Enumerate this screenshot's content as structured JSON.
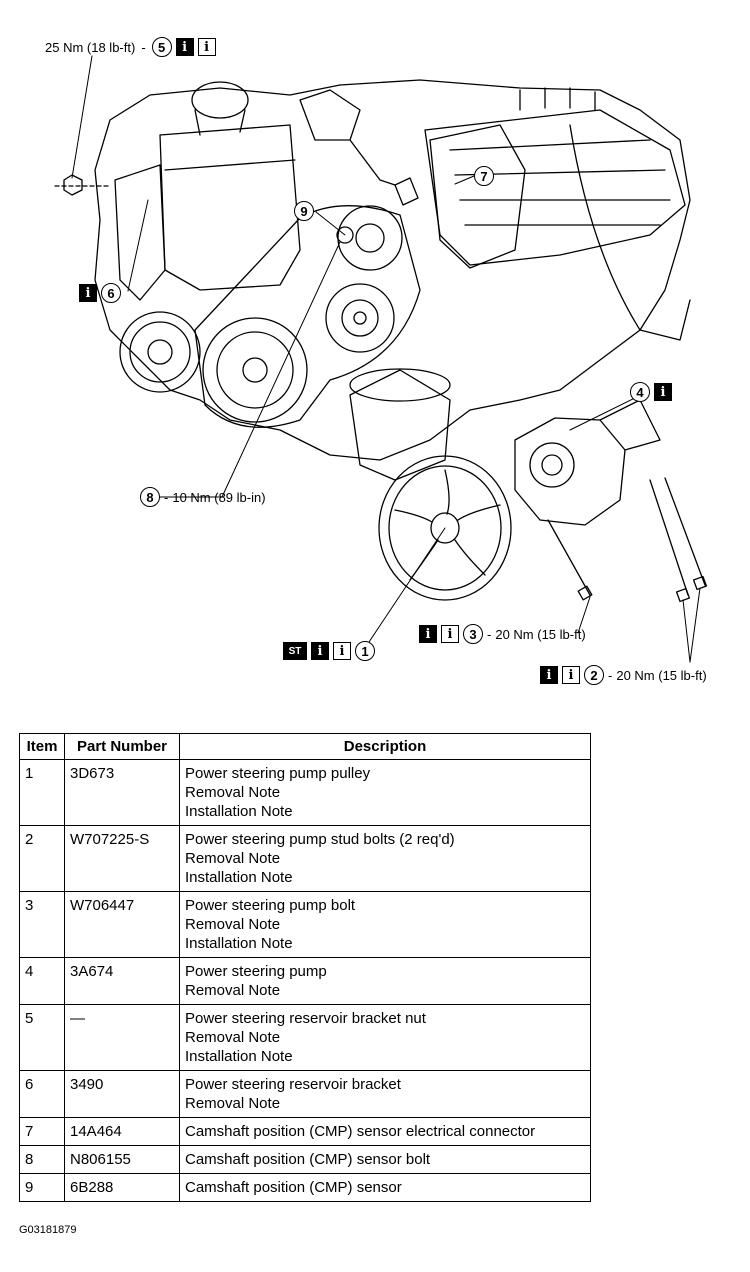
{
  "callouts": {
    "c1": {
      "num": "1",
      "badges": [
        "ST",
        "i",
        "i"
      ],
      "torque": ""
    },
    "c2": {
      "num": "2",
      "badges": [
        "i",
        "i"
      ],
      "torque": "20 Nm (15 lb-ft)"
    },
    "c3": {
      "num": "3",
      "badges": [
        "i",
        "i"
      ],
      "torque": "20 Nm (15 lb-ft)"
    },
    "c4": {
      "num": "4",
      "badges": [
        "i"
      ],
      "torque": ""
    },
    "c5": {
      "num": "5",
      "badges": [
        "i",
        "i"
      ],
      "torque": "25 Nm (18 lb-ft)"
    },
    "c6": {
      "num": "6",
      "badges": [
        "i"
      ],
      "torque": ""
    },
    "c7": {
      "num": "7",
      "badges": [],
      "torque": ""
    },
    "c8": {
      "num": "8",
      "badges": [],
      "torque": "10 Nm (89 lb-in)"
    },
    "c9": {
      "num": "9",
      "badges": [],
      "torque": ""
    }
  },
  "table": {
    "headers": [
      "Item",
      "Part Number",
      "Description"
    ],
    "rows": [
      {
        "item": "1",
        "part": "3D673",
        "desc": [
          "Power steering pump pulley",
          "Removal Note",
          "Installation Note"
        ]
      },
      {
        "item": "2",
        "part": "W707225-S",
        "desc": [
          "Power steering pump stud bolts (2 req'd)",
          "Removal Note",
          "Installation Note"
        ]
      },
      {
        "item": "3",
        "part": "W706447",
        "desc": [
          "Power steering pump bolt",
          "Removal Note",
          "Installation Note"
        ]
      },
      {
        "item": "4",
        "part": "3A674",
        "desc": [
          "Power steering pump",
          "Removal Note"
        ]
      },
      {
        "item": "5",
        "part": "—",
        "desc": [
          "Power steering reservoir bracket nut",
          "Removal Note",
          "Installation Note"
        ]
      },
      {
        "item": "6",
        "part": "3490",
        "desc": [
          "Power steering reservoir bracket",
          "Removal Note"
        ]
      },
      {
        "item": "7",
        "part": "14A464",
        "desc": [
          "Camshaft position (CMP) sensor electrical connector"
        ]
      },
      {
        "item": "8",
        "part": "N806155",
        "desc": [
          "Camshaft position (CMP) sensor bolt"
        ]
      },
      {
        "item": "9",
        "part": "6B288",
        "desc": [
          "Camshaft position (CMP) sensor"
        ]
      }
    ]
  },
  "figure_code": "G03181879"
}
